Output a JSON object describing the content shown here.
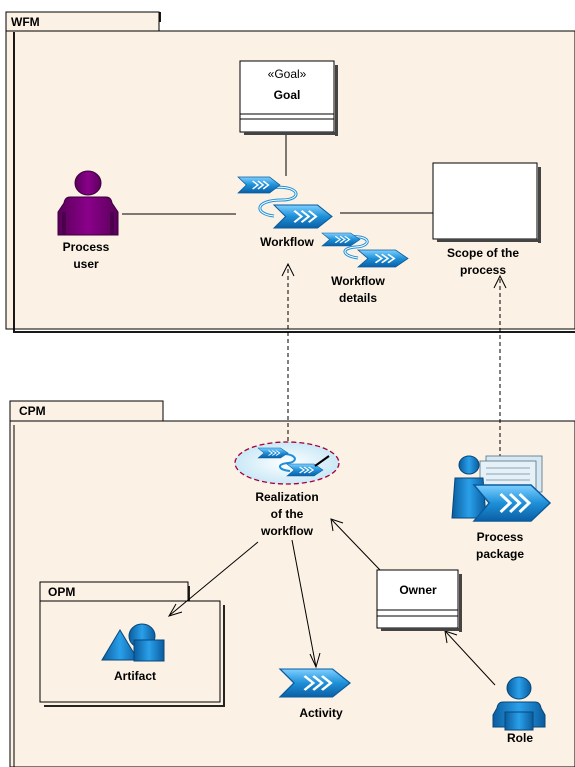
{
  "colors": {
    "package_fill": "#fbf1e4",
    "actor_purple": "#7f007f",
    "workflow_blue": "#1e90d8",
    "role_blue": "#1d8fd6"
  },
  "packages": {
    "wfm": {
      "title": "WFM"
    },
    "cpm": {
      "title": "CPM"
    },
    "opm": {
      "title": "OPM"
    }
  },
  "elements": {
    "goal": {
      "stereotype": "«Goal»",
      "name": "Goal"
    },
    "process_user": {
      "line1": "Process",
      "line2": "user",
      "icon": "actor-icon"
    },
    "workflow": {
      "name": "Workflow",
      "icon": "workflow-icon"
    },
    "workflow_details": {
      "line1": "Workflow",
      "line2": "details",
      "icon": "workflow-icon"
    },
    "scope": {
      "line1": "Scope of the",
      "line2": "process"
    },
    "realization": {
      "line1": "Realization",
      "line2": "of the",
      "line3": "workflow",
      "icon": "collaboration-icon"
    },
    "process_package": {
      "line1": "Process",
      "line2": "package",
      "icon": "process-package-icon"
    },
    "owner": {
      "name": "Owner"
    },
    "artifact": {
      "name": "Artifact",
      "icon": "artifact-icon"
    },
    "activity": {
      "name": "Activity",
      "icon": "activity-icon"
    },
    "role": {
      "name": "Role",
      "icon": "role-icon"
    }
  }
}
